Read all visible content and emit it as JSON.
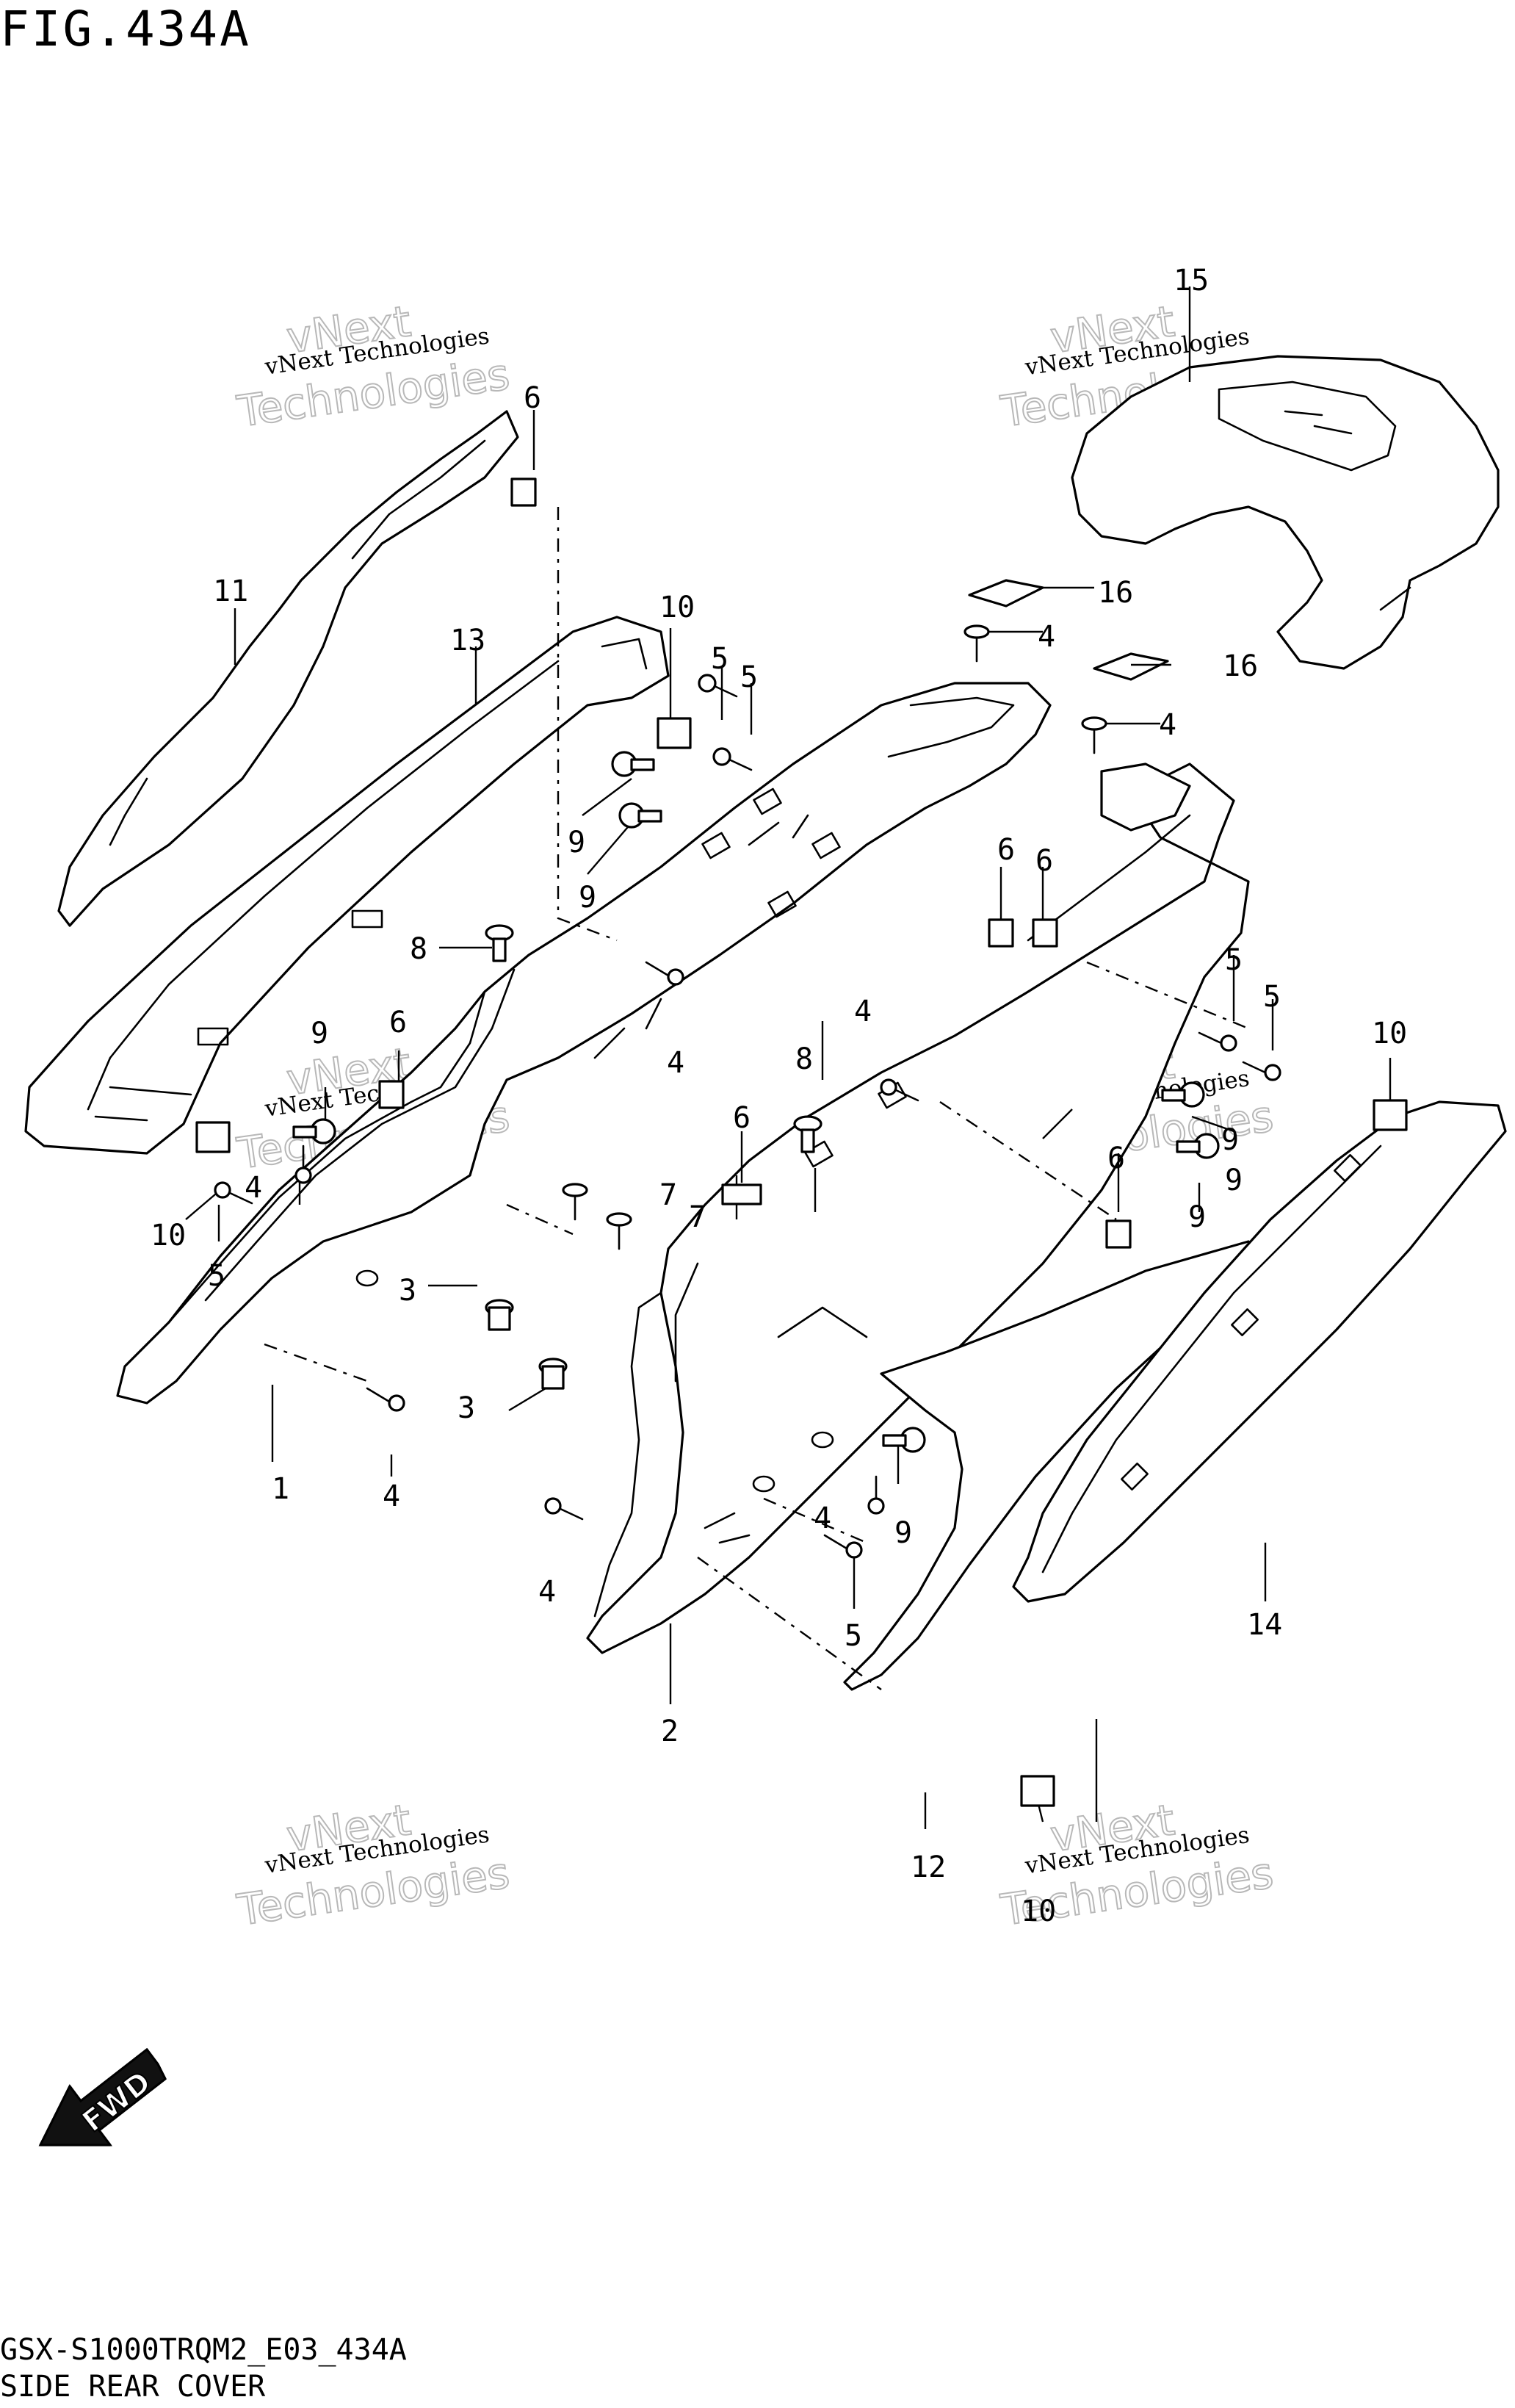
{
  "figure": {
    "title": "FIG.434A",
    "model_code": "GSX-S1000TRQM2_E03_434A",
    "section_name": "SIDE REAR COVER"
  },
  "watermark": {
    "line_small": "vNext Technologies",
    "line_big_1": "vNext",
    "line_big_2": "Technologies"
  },
  "fwd_label": "FWD",
  "callouts": [
    {
      "id": "c1",
      "label": "1"
    },
    {
      "id": "c2",
      "label": "2"
    },
    {
      "id": "c3a",
      "label": "3"
    },
    {
      "id": "c3b",
      "label": "3"
    },
    {
      "id": "c4a",
      "label": "4"
    },
    {
      "id": "c4b",
      "label": "4"
    },
    {
      "id": "c4c",
      "label": "4"
    },
    {
      "id": "c4d",
      "label": "4"
    },
    {
      "id": "c4e",
      "label": "4"
    },
    {
      "id": "c4f",
      "label": "4"
    },
    {
      "id": "c4g",
      "label": "4"
    },
    {
      "id": "c4h",
      "label": "4"
    },
    {
      "id": "c5a",
      "label": "5"
    },
    {
      "id": "c5b",
      "label": "5"
    },
    {
      "id": "c5c",
      "label": "5"
    },
    {
      "id": "c5d",
      "label": "5"
    },
    {
      "id": "c5e",
      "label": "5"
    },
    {
      "id": "c5f",
      "label": "5"
    },
    {
      "id": "c6a",
      "label": "6"
    },
    {
      "id": "c6b",
      "label": "6"
    },
    {
      "id": "c6c",
      "label": "6"
    },
    {
      "id": "c6d",
      "label": "6"
    },
    {
      "id": "c6e",
      "label": "6"
    },
    {
      "id": "c6f",
      "label": "6"
    },
    {
      "id": "c7a",
      "label": "7"
    },
    {
      "id": "c7b",
      "label": "7"
    },
    {
      "id": "c8a",
      "label": "8"
    },
    {
      "id": "c8b",
      "label": "8"
    },
    {
      "id": "c9a",
      "label": "9"
    },
    {
      "id": "c9b",
      "label": "9"
    },
    {
      "id": "c9c",
      "label": "9"
    },
    {
      "id": "c9d",
      "label": "9"
    },
    {
      "id": "c9e",
      "label": "9"
    },
    {
      "id": "c9f",
      "label": "9"
    },
    {
      "id": "c9g",
      "label": "9"
    },
    {
      "id": "c10a",
      "label": "10"
    },
    {
      "id": "c10b",
      "label": "10"
    },
    {
      "id": "c10c",
      "label": "10"
    },
    {
      "id": "c10d",
      "label": "10"
    },
    {
      "id": "c11",
      "label": "11"
    },
    {
      "id": "c12",
      "label": "12"
    },
    {
      "id": "c13",
      "label": "13"
    },
    {
      "id": "c14",
      "label": "14"
    },
    {
      "id": "c15",
      "label": "15"
    },
    {
      "id": "c16a",
      "label": "16"
    },
    {
      "id": "c16b",
      "label": "16"
    }
  ]
}
